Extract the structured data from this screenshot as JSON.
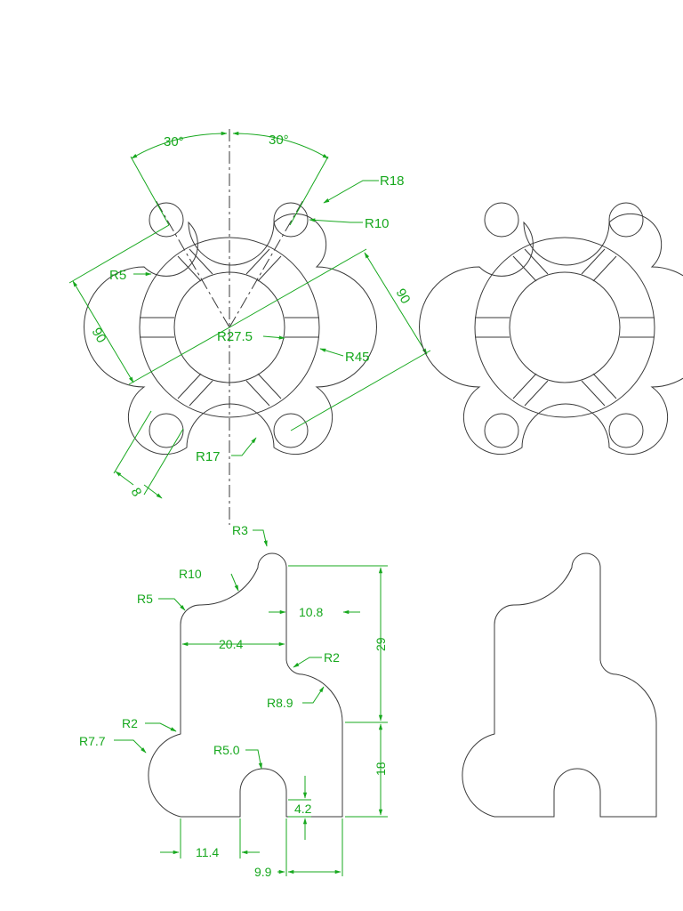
{
  "colors": {
    "geometry": "#3a3a3a",
    "dimension": "#17a81e",
    "background": "#ffffff"
  },
  "dimensions": {
    "angle_left": "30°",
    "angle_right": "30°",
    "r18": "R18",
    "r10_top": "R10",
    "r5_top": "R5",
    "d90_left": "90",
    "d90_right": "90",
    "r27_5": "R27.5",
    "r45": "R45",
    "r17": "R17",
    "d8": "8",
    "r3": "R3",
    "r10_side": "R10",
    "r5_side": "R5",
    "d10_8": "10.8",
    "d20_4": "20.4",
    "d29": "29",
    "r2_right": "R2",
    "r8_9": "R8.9",
    "r2_left": "R2",
    "r7_7": "R7.7",
    "r5_0": "R5.0",
    "d18": "18",
    "d4_2": "4.2",
    "d11_4": "11.4",
    "d9_9": "9.9"
  }
}
